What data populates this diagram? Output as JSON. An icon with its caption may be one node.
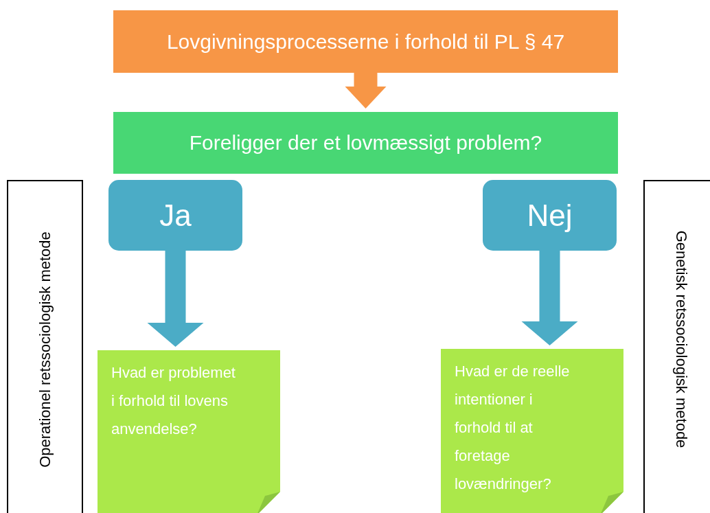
{
  "diagram": {
    "nodes": [
      {
        "text": [
          "Lovgivningsprocesserne i forhold til PL § 47"
        ]
      },
      {
        "text": [
          "Foreligger der et lovmæssigt problem?"
        ]
      },
      {
        "text": [
          "Ja"
        ]
      },
      {
        "text": [
          "Nej"
        ]
      },
      {
        "text": [
          "Hvad er problemet i forhold til lovens anvendelse?"
        ]
      },
      {
        "text": [
          "Hvad er de reelle intentioner i forhold til at foretage lovændringer?"
        ]
      },
      {
        "text": [
          "Operationel retssociologisk metode"
        ]
      },
      {
        "text": [
          "Genetisk retssociologisk metode"
        ]
      }
    ],
    "edges": [
      {
        "from": 0,
        "to": 1,
        "arrow": "to",
        "style": "thick",
        "color": "#f79646"
      },
      {
        "from": 2,
        "to": 4,
        "arrow": "to",
        "style": "thick"
      },
      {
        "from": 3,
        "to": 5,
        "arrow": "to",
        "style": "thick"
      }
    ]
  }
}
